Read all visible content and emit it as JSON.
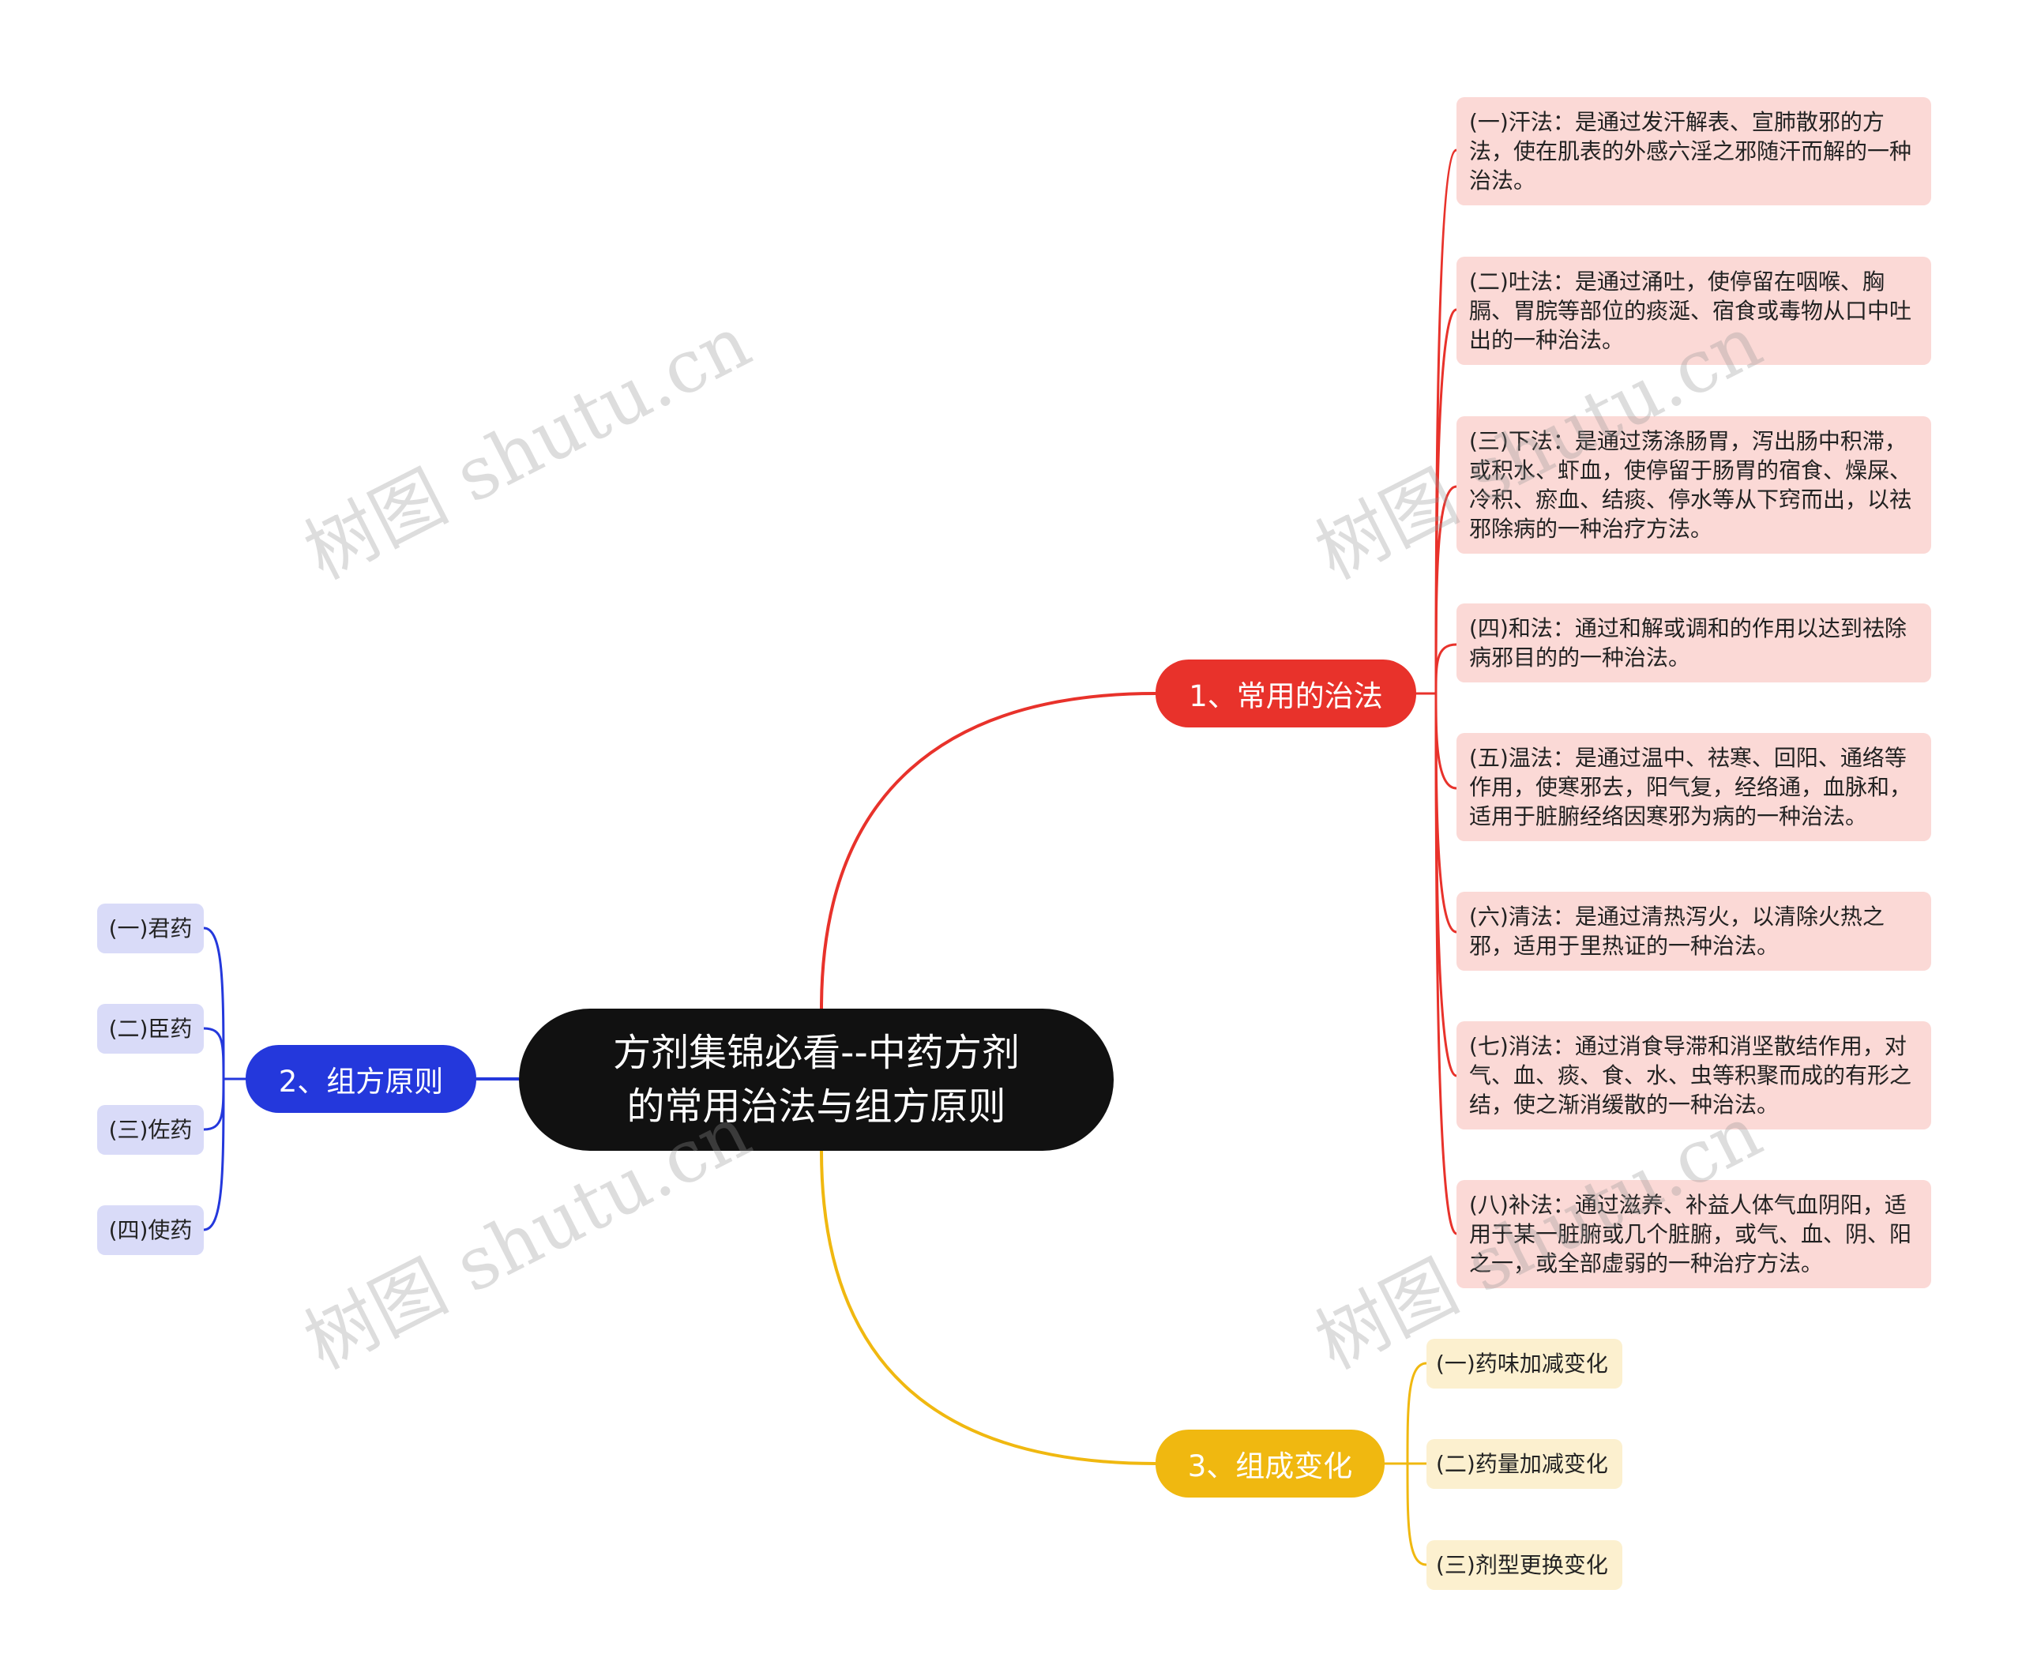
{
  "root": {
    "title_line1": "方剂集锦必看--中药方剂",
    "title_line2": "的常用治法与组方原则"
  },
  "colors": {
    "root": "#111111",
    "red": "#e8322b",
    "blue": "#2438dc",
    "yellow": "#f0b810"
  },
  "branches": [
    {
      "label": "1、常用的治法",
      "children": [
        "(一)汗法：是通过发汗解表、宣肺散邪的方法，使在肌表的外感六淫之邪随汗而解的一种治法。",
        "(二)吐法：是通过涌吐，使停留在咽喉、胸膈、胃脘等部位的痰涎、宿食或毒物从口中吐出的一种治法。",
        "(三)下法：是通过荡涤肠胃，泻出肠中积滞，或积水、虾血，使停留于肠胃的宿食、燥屎、冷积、瘀血、结痰、停水等从下窍而出，以祛邪除病的一种治疗方法。",
        "(四)和法：通过和解或调和的作用以达到祛除病邪目的的一种治法。",
        "(五)温法：是通过温中、祛寒、回阳、通络等作用，使寒邪去，阳气复，经络通，血脉和，适用于脏腑经络因寒邪为病的一种治法。",
        "(六)清法：是通过清热泻火，以清除火热之邪，适用于里热证的一种治法。",
        "(七)消法：通过消食导滞和消坚散结作用，对气、血、痰、食、水、虫等积聚而成的有形之结，使之渐消缓散的一种治法。",
        "(八)补法：通过滋养、补益人体气血阴阳，适用于某一脏腑或几个脏腑，或气、血、阴、阳之一，或全部虚弱的一种治疗方法。"
      ]
    },
    {
      "label": "2、组方原则",
      "children": [
        "(一)君药",
        "(二)臣药",
        "(三)佐药",
        "(四)使药"
      ]
    },
    {
      "label": "3、组成变化",
      "children": [
        "(一)药味加减变化",
        "(二)药量加减变化",
        "(三)剂型更换变化"
      ]
    }
  ],
  "watermark": "树图 shutu.cn"
}
